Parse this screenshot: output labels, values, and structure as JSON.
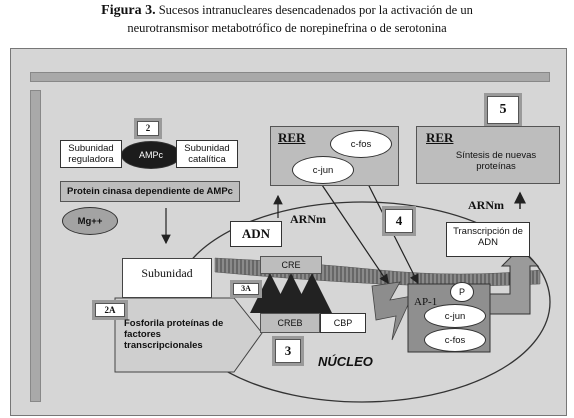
{
  "caption": {
    "fig_label": "Figura 3.",
    "line1": "Sucesos intranucleares desencadenados por la activación de un",
    "line2": "neurotransmisor metabotrófico de norepinefrina o de serotonina"
  },
  "steps": {
    "s2": "2",
    "s2a": "2A",
    "s3": "3",
    "s3a": "3A",
    "s4": "4",
    "s5": "5"
  },
  "labels": {
    "sub_reg": "Subunidad reguladora",
    "ampc": "AMPc",
    "sub_cat": "Subunidad catalítica",
    "pk": "Protein cinasa dependiente de AMPc",
    "mg": "Mg++",
    "subunidad": "Subunidad",
    "fosforila": "Fosforila proteínas de factores transcripcionales",
    "rer": "RER",
    "cfos": "c-fos",
    "cjun": "c-jun",
    "sintesis": "Síntesis de nuevas proteínas",
    "arnm": "ARNm",
    "adn": "ADN",
    "transcripcion": "Transcripción de ADN",
    "cre": "CRE",
    "creb": "CREB",
    "cbp": "CBP",
    "ap1": "AP-1",
    "p": "P",
    "nucleo": "NÚCLEO"
  }
}
